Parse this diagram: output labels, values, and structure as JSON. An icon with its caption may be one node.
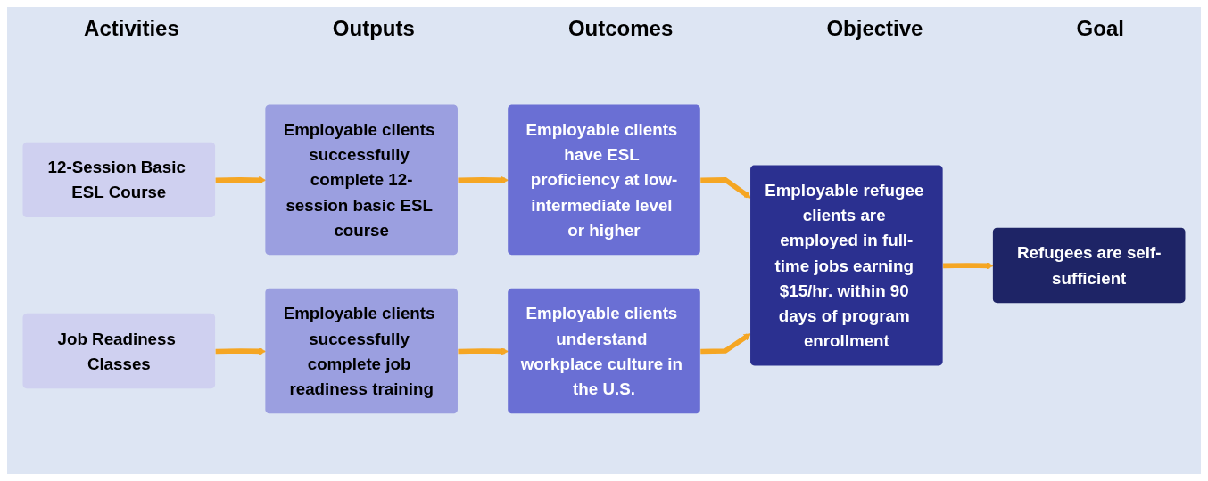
{
  "diagram": {
    "nodes": [
      {
        "text": [
          "12-Session Basic ESL Course"
        ]
      },
      {
        "text": [
          "Employable clients successfully complete 12-session basic ESL course"
        ]
      },
      {
        "text": [
          "Employable clients have ESL proficiency at low-intermediate level or higher"
        ]
      },
      {
        "text": [
          "Employable refugee clients are employed in full-time jobs earning $15/hr. within 90 days of program enrollment"
        ]
      },
      {
        "text": [
          "Refugees are self-sufficient"
        ]
      },
      {
        "text": [
          "Job Readiness Classes"
        ]
      },
      {
        "text": [
          "Employable clients successfully complete job readiness training"
        ]
      },
      {
        "text": [
          "Employable clients understand workplace culture in the U.S."
        ]
      }
    ],
    "edges": [
      {
        "from": 0,
        "to": 1,
        "arrow": "to"
      },
      {
        "from": 1,
        "to": 2,
        "arrow": "to"
      },
      {
        "from": 2,
        "to": 3,
        "arrow": "to"
      },
      {
        "from": 5,
        "to": 6,
        "arrow": "to"
      },
      {
        "from": 6,
        "to": 7,
        "arrow": "to"
      },
      {
        "from": 7,
        "to": 3,
        "arrow": "to"
      },
      {
        "from": 3,
        "to": 4,
        "arrow": "to"
      }
    ],
    "labels": [
      "Activities",
      "Outputs",
      "Outcomes",
      "Objective",
      "Goal"
    ]
  }
}
